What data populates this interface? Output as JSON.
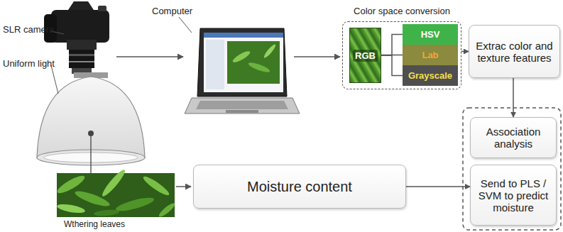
{
  "diagram": {
    "nodes": [
      {
        "text": [
          "Color space conversion"
        ]
      },
      {
        "text": [
          "RGB"
        ],
        "in": 0
      },
      {
        "text": [
          "HSV"
        ],
        "in": 0
      },
      {
        "text": [
          "Lab"
        ],
        "in": 0
      },
      {
        "text": [
          "Grayscale"
        ],
        "in": 0
      },
      {
        "text": [
          "Extrac color and texture features"
        ]
      },
      {
        "text": [
          "Association analysis"
        ]
      },
      {
        "text": [
          "Send to PLS / SVM to predict moisture"
        ]
      },
      {
        "text": [
          "Moisture content"
        ]
      }
    ],
    "edges": [
      {
        "from": 1,
        "to": 2,
        "arrow": "none"
      },
      {
        "from": 1,
        "to": 3,
        "arrow": "none"
      },
      {
        "from": 1,
        "to": 4,
        "arrow": "none"
      },
      {
        "from": 0,
        "to": 5,
        "arrow": "to"
      },
      {
        "from": 5,
        "to": 6,
        "arrow": "to"
      },
      {
        "from": 8,
        "to": 7,
        "arrow": "to"
      }
    ],
    "labels": [
      "SLR camera",
      "Uniform light",
      "Computer",
      "Wthering leaves"
    ]
  }
}
